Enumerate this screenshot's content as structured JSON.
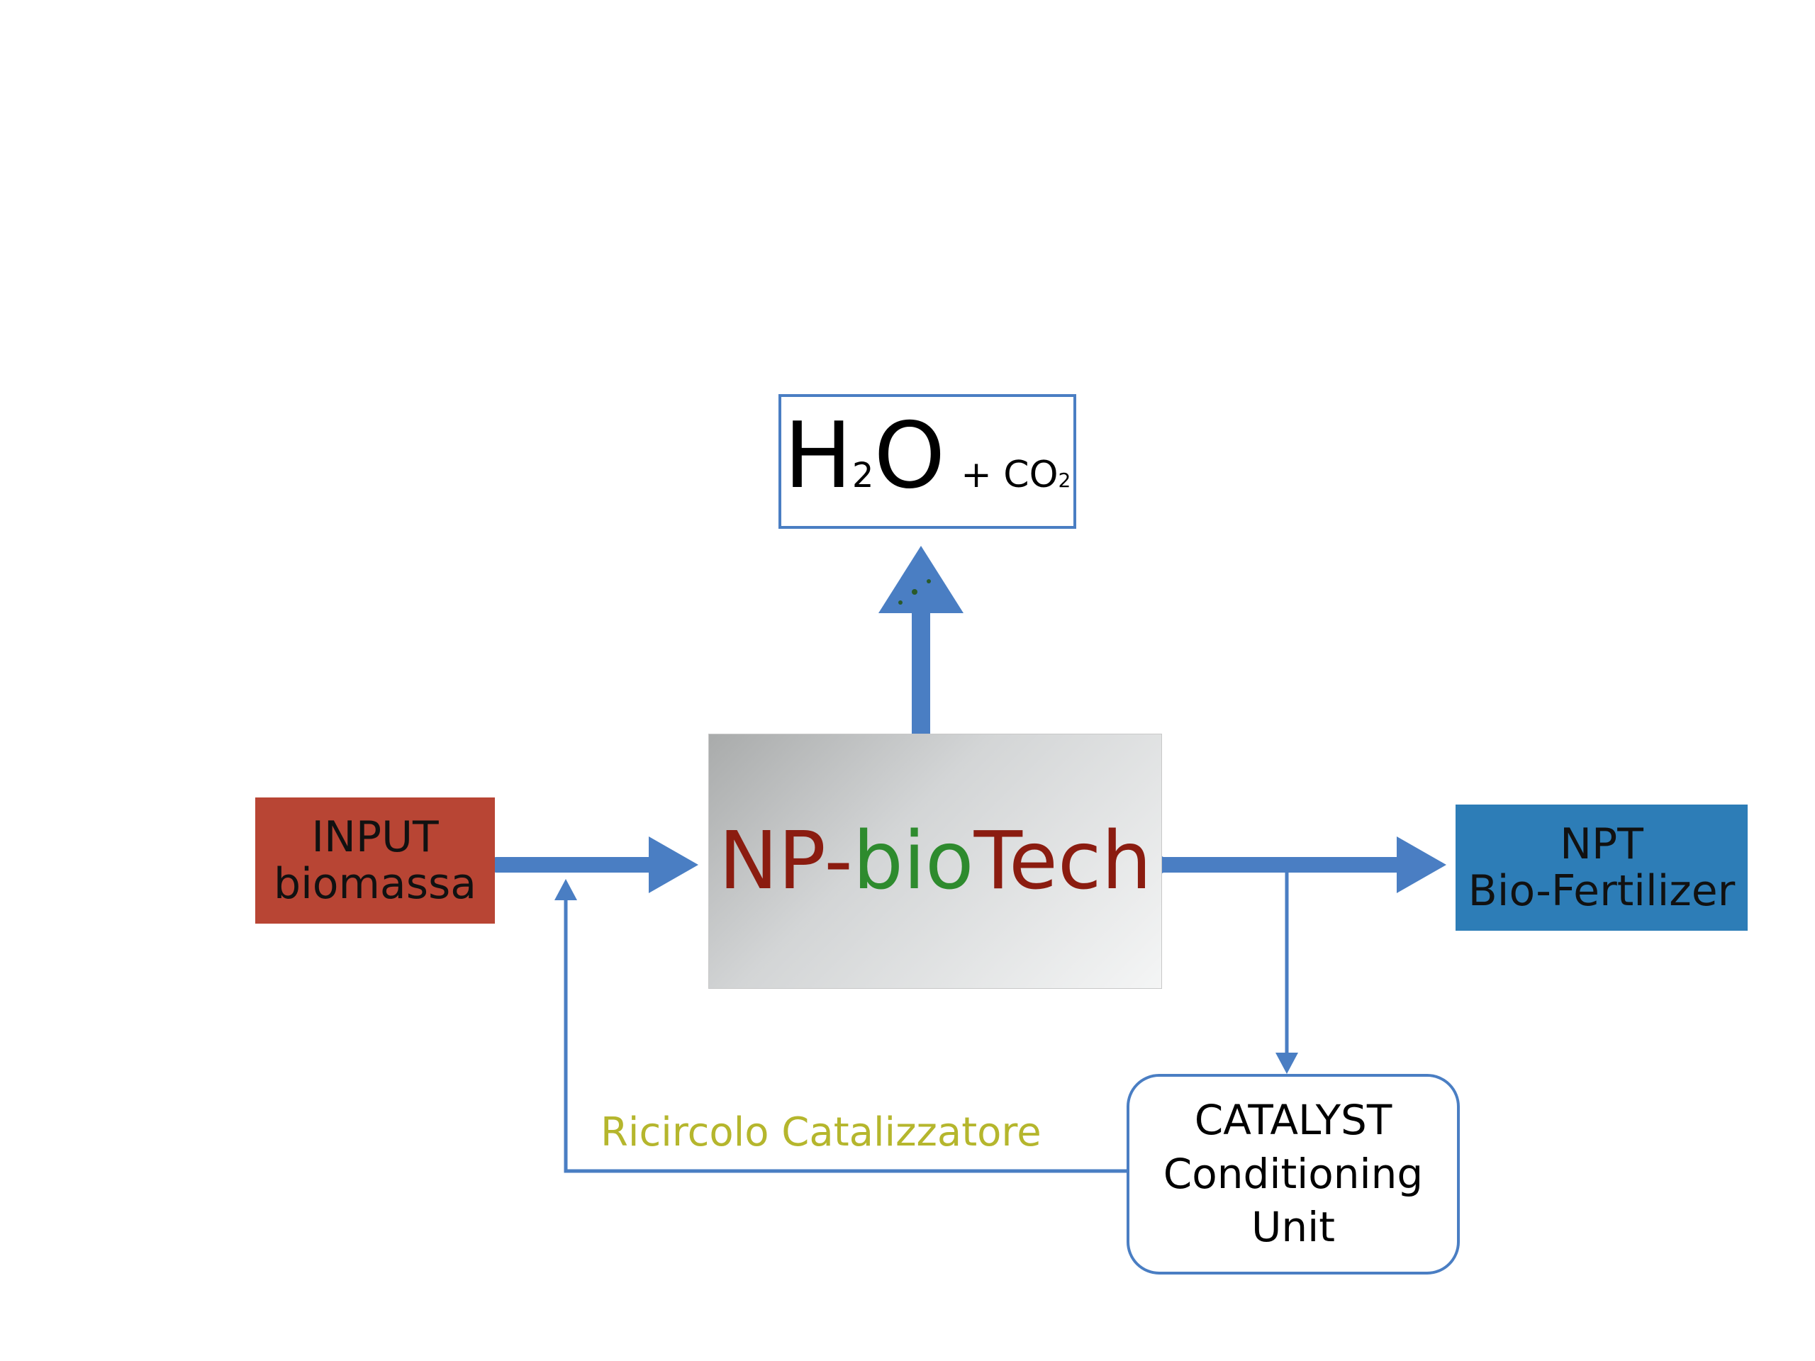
{
  "output_box": {
    "h2o_main": "H",
    "h2o_sub": "2",
    "h2o_end": "O",
    "co2_main": "+ CO",
    "co2_sub": "2"
  },
  "reactor": {
    "np": "NP-",
    "bio": "bio",
    "tech": "Tech"
  },
  "input_box": {
    "line1": "INPUT",
    "line2": "biomassa"
  },
  "product_box": {
    "line1": "NPT",
    "line2": "Bio-Fertilizer"
  },
  "catalyst_box": {
    "line1": "CATALYST",
    "line2": "Conditioning",
    "line3": "Unit"
  },
  "recirculation_label": "Ricircolo Catalizzatore",
  "colors": {
    "arrow": "#4a7ec3",
    "input": "#b84534",
    "product": "#2d7db7",
    "np_tech_text": "#8b1c10",
    "bio_text": "#2e8b2e",
    "recirc_text": "#b5b62d"
  }
}
